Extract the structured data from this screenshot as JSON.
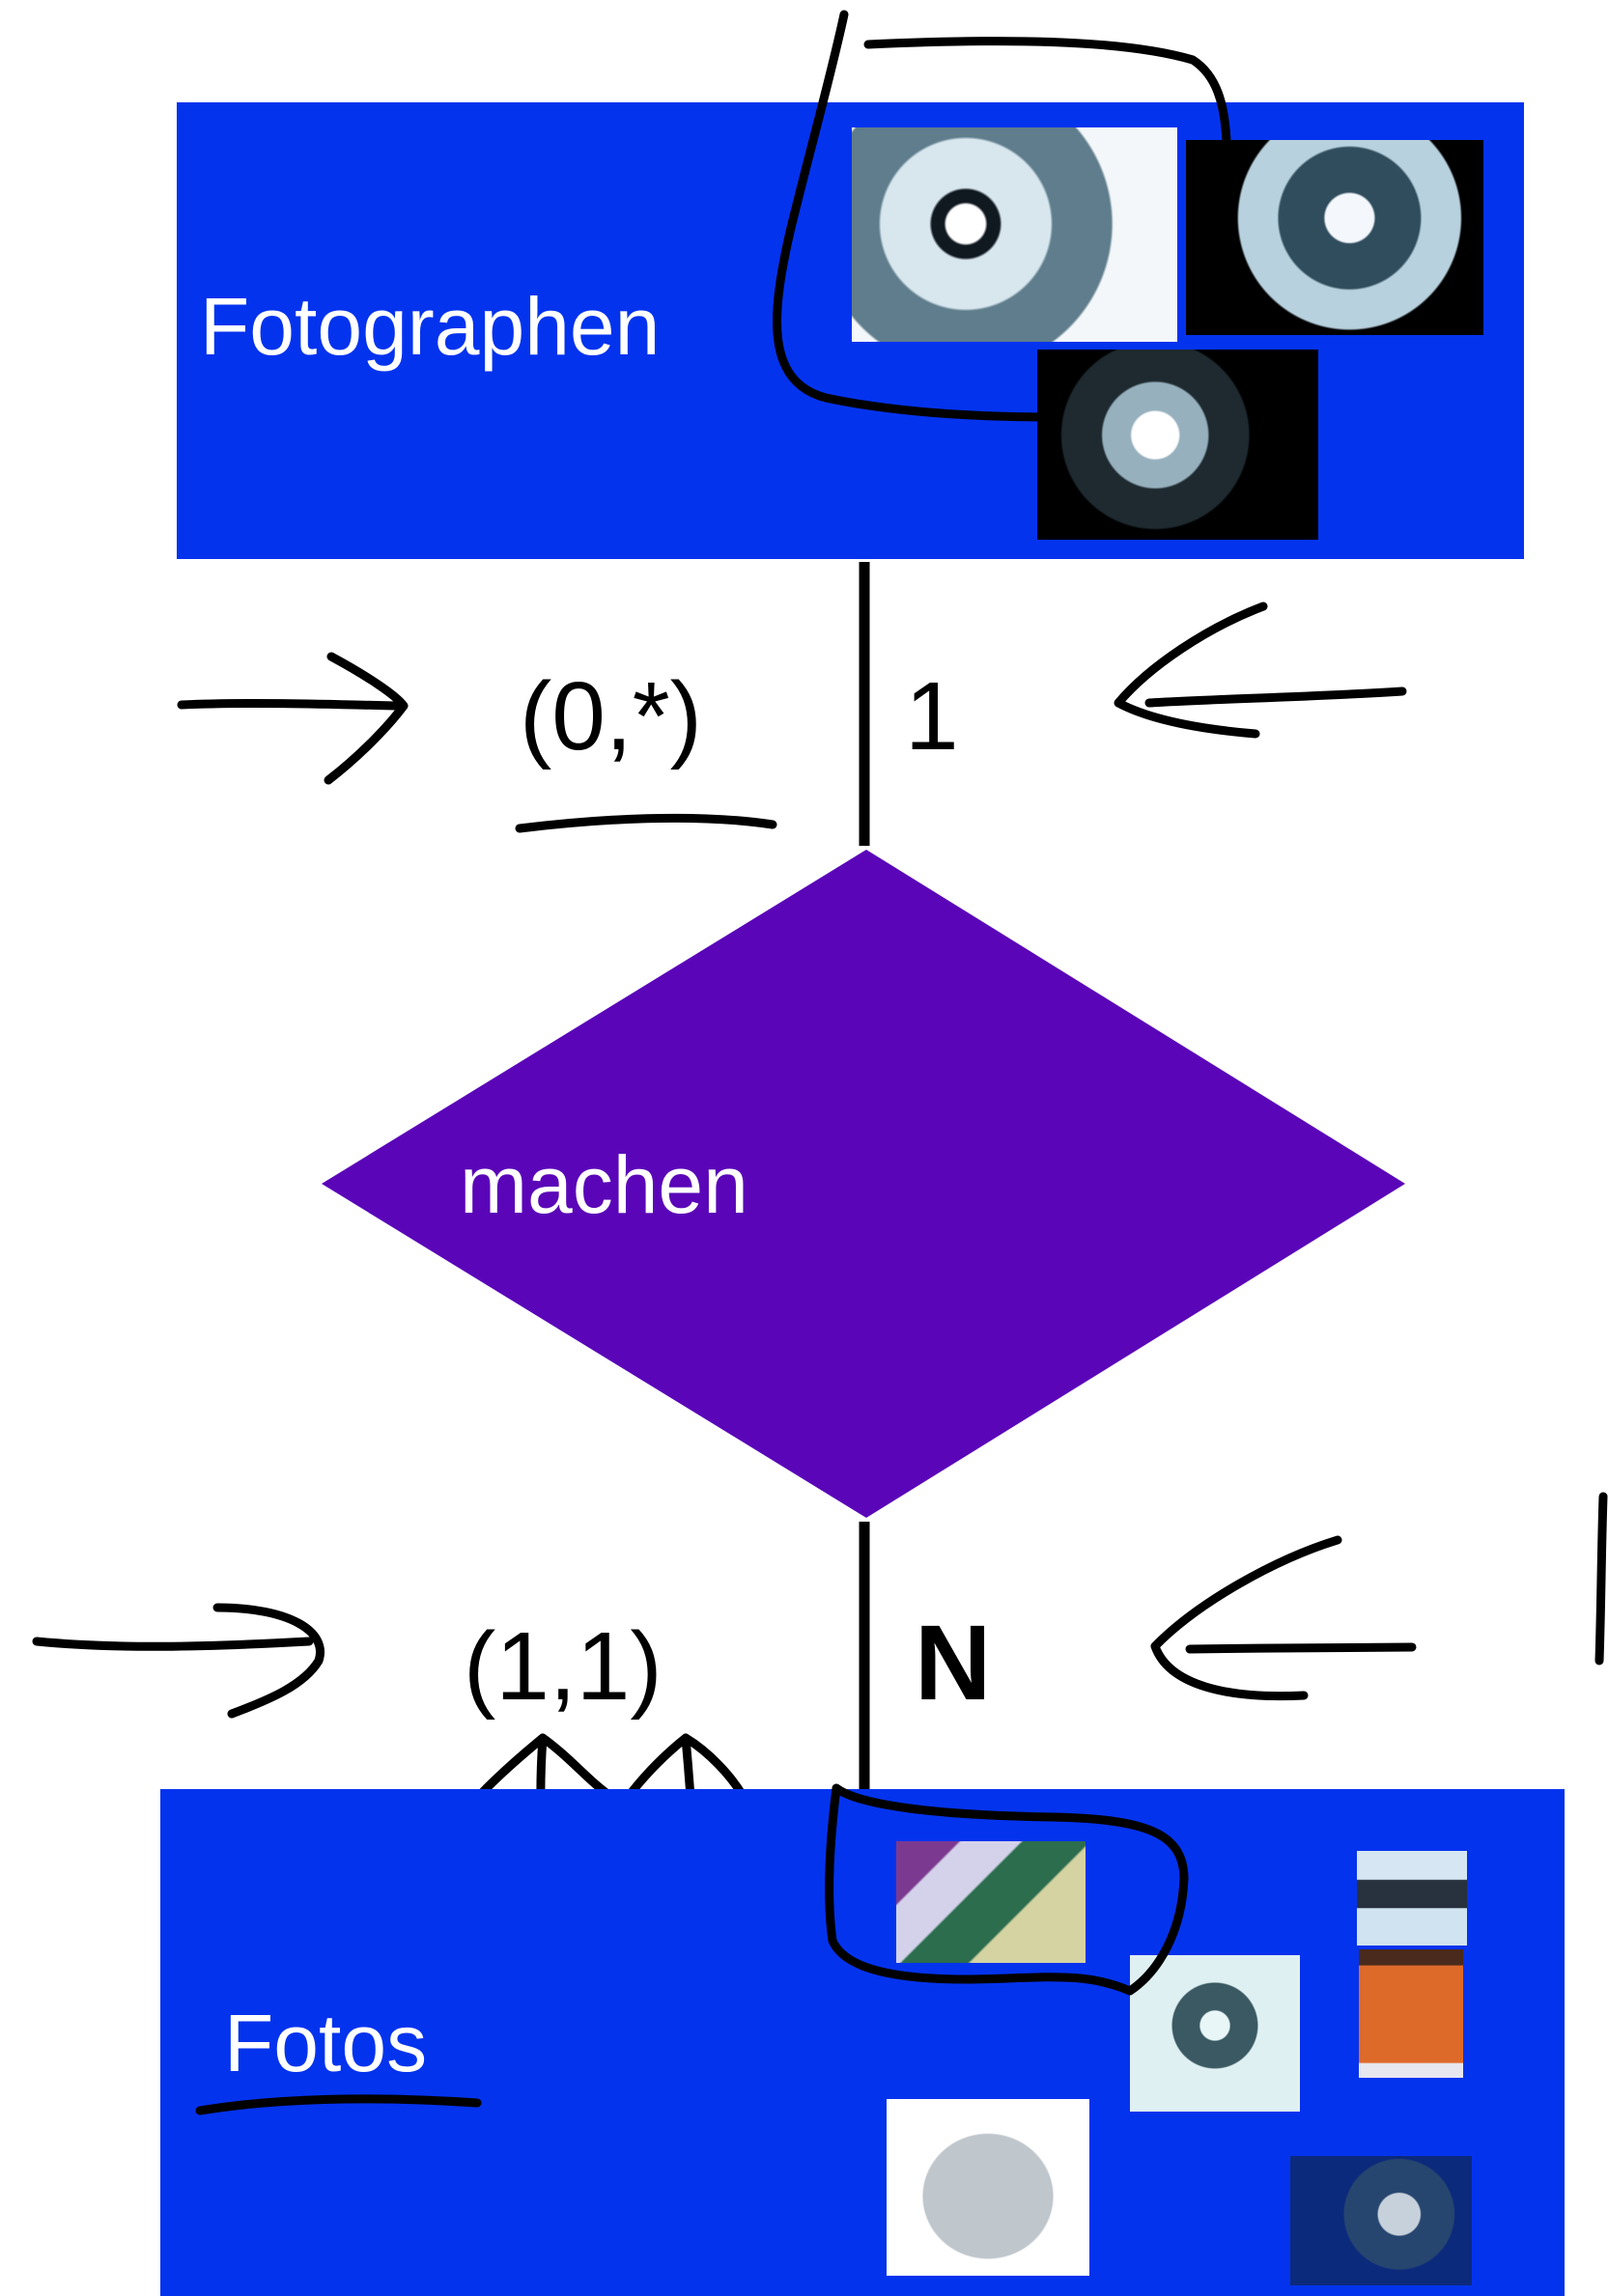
{
  "diagram": {
    "entity_top": {
      "label": "Fotographen",
      "color": "#0433ee"
    },
    "entity_bottom": {
      "label": "Fotos",
      "color": "#0433ee"
    },
    "relationship": {
      "label": "machen",
      "color": "#5a06b8"
    },
    "upper_edge": {
      "min_max": "(0,*)",
      "cardinality": "1"
    },
    "lower_edge": {
      "min_max": "(1,1)",
      "cardinality": "N"
    }
  },
  "colors": {
    "card_background": "#ffffff"
  },
  "images": {
    "top": [
      "photographer-with-camera-photo",
      "photographer-woman-camera-photo",
      "photographer-side-view-photo"
    ],
    "bottom": [
      "woman-portrait-photo",
      "person-with-glasses-photo",
      "woman-in-mirror-photo",
      "book-cover-photo",
      "elephant-photo",
      "woman-portrait-blue-photo"
    ]
  }
}
